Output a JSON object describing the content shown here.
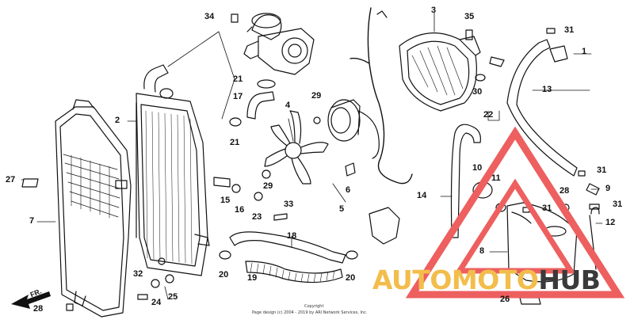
{
  "diagram": {
    "callouts": [
      {
        "id": "1",
        "label": "1"
      },
      {
        "id": "2",
        "label": "2"
      },
      {
        "id": "3",
        "label": "3"
      },
      {
        "id": "4",
        "label": "4"
      },
      {
        "id": "5",
        "label": "5"
      },
      {
        "id": "6",
        "label": "6"
      },
      {
        "id": "7",
        "label": "7"
      },
      {
        "id": "8",
        "label": "8"
      },
      {
        "id": "9",
        "label": "9"
      },
      {
        "id": "10",
        "label": "10"
      },
      {
        "id": "11",
        "label": "11"
      },
      {
        "id": "12",
        "label": "12"
      },
      {
        "id": "13",
        "label": "13"
      },
      {
        "id": "14",
        "label": "14"
      },
      {
        "id": "15",
        "label": "15"
      },
      {
        "id": "16",
        "label": "16"
      },
      {
        "id": "17",
        "label": "17"
      },
      {
        "id": "18",
        "label": "18"
      },
      {
        "id": "19",
        "label": "19"
      },
      {
        "id": "20a",
        "label": "20"
      },
      {
        "id": "20b",
        "label": "20"
      },
      {
        "id": "21a",
        "label": "21"
      },
      {
        "id": "21b",
        "label": "21"
      },
      {
        "id": "22",
        "label": "22"
      },
      {
        "id": "23",
        "label": "23"
      },
      {
        "id": "24",
        "label": "24"
      },
      {
        "id": "25",
        "label": "25"
      },
      {
        "id": "26",
        "label": "26"
      },
      {
        "id": "27",
        "label": "27"
      },
      {
        "id": "28a",
        "label": "28"
      },
      {
        "id": "28b",
        "label": "28"
      },
      {
        "id": "29a",
        "label": "29"
      },
      {
        "id": "29b",
        "label": "29"
      },
      {
        "id": "30",
        "label": "30"
      },
      {
        "id": "31a",
        "label": "31"
      },
      {
        "id": "31b",
        "label": "31"
      },
      {
        "id": "31c",
        "label": "31"
      },
      {
        "id": "31d",
        "label": "31"
      },
      {
        "id": "32",
        "label": "32"
      },
      {
        "id": "33",
        "label": "33"
      },
      {
        "id": "34",
        "label": "34"
      },
      {
        "id": "35",
        "label": "35"
      }
    ],
    "direction_label": "FR.",
    "copyright_line1": "Copyright",
    "copyright_line2": "Page design (c) 2004 - 2019 by ARI Network Services, Inc."
  },
  "watermark": {
    "part_a": "AUTOMOTO",
    "part_b": "HUB",
    "colors": {
      "triangle": "#ee5f5f",
      "text_primary": "#f2bd4b",
      "text_secondary": "#3a3a3a"
    }
  }
}
